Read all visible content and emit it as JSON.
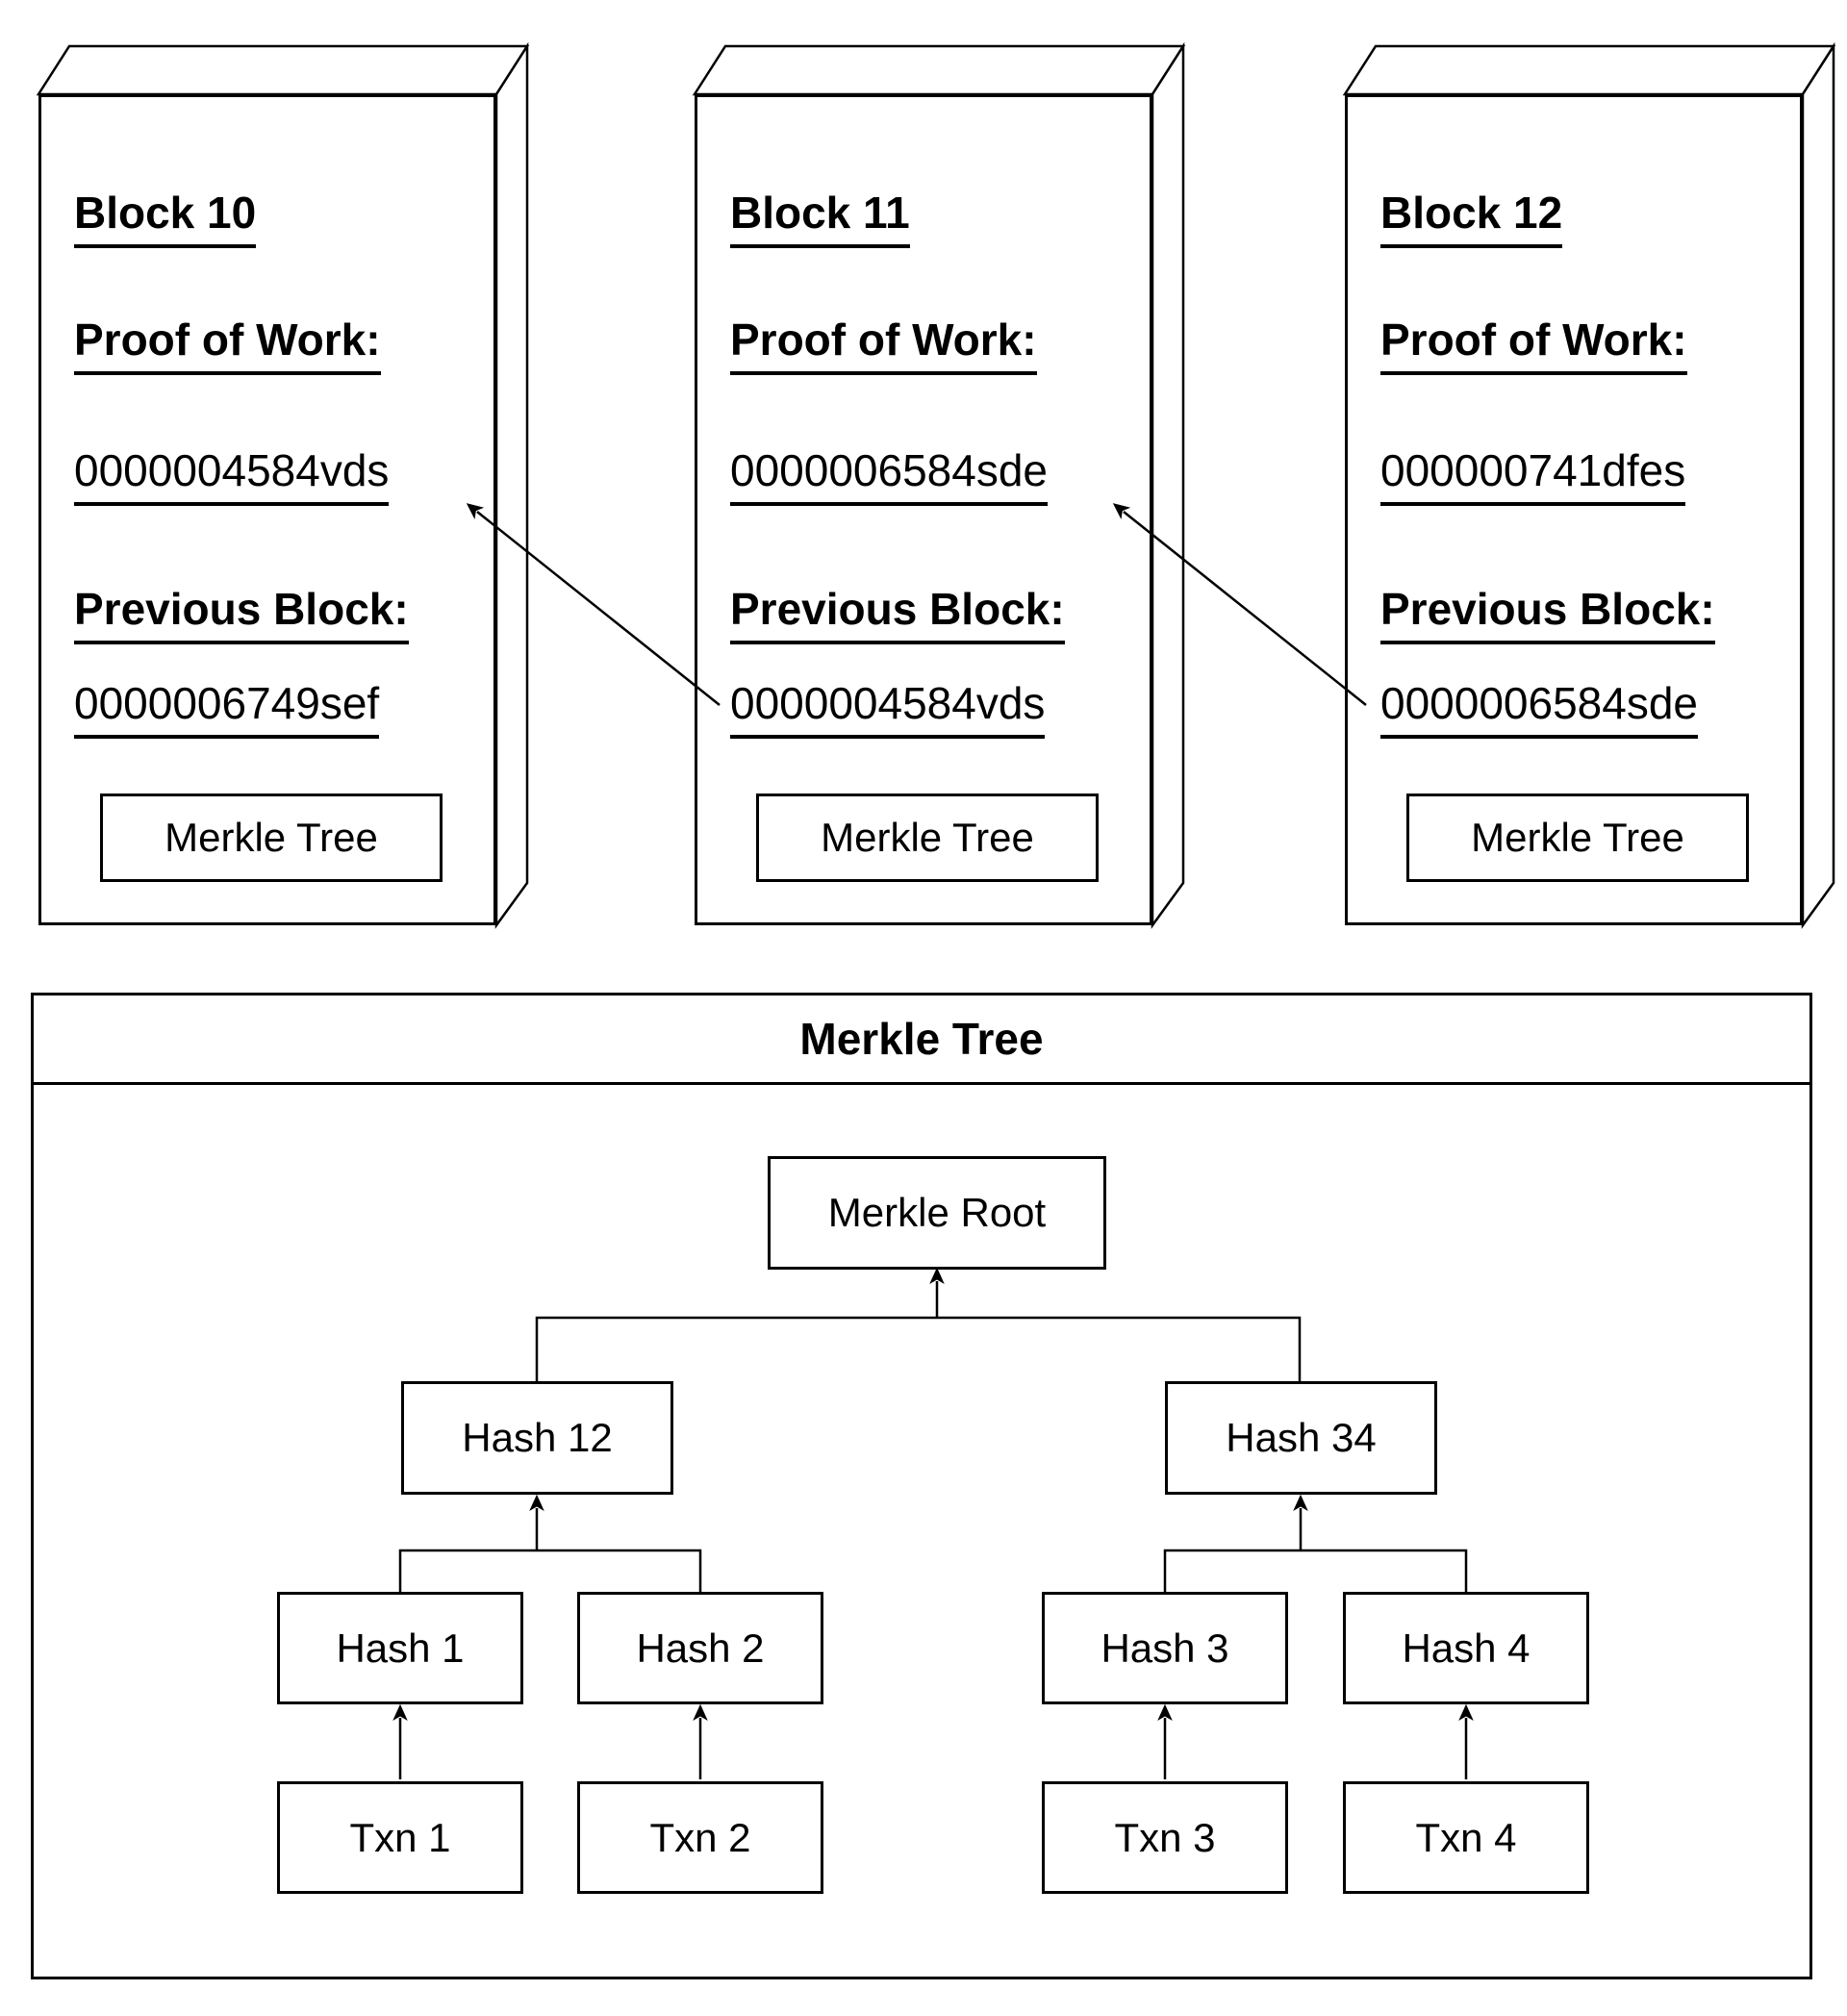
{
  "blocks": [
    {
      "title": "Block 10",
      "pow_label": "Proof of Work:",
      "pow_hash": "0000004584vds",
      "prev_label": "Previous Block:",
      "prev_hash": "0000006749sef",
      "merkle_label": "Merkle Tree"
    },
    {
      "title": "Block 11",
      "pow_label": "Proof of Work:",
      "pow_hash": "0000006584sde",
      "prev_label": "Previous Block:",
      "prev_hash": "0000004584vds",
      "merkle_label": "Merkle Tree"
    },
    {
      "title": "Block 12",
      "pow_label": "Proof of Work:",
      "pow_hash": "000000741dfes",
      "prev_label": "Previous Block:",
      "prev_hash": "0000006584sde",
      "merkle_label": "Merkle Tree"
    }
  ],
  "merkle_tree": {
    "title": "Merkle Tree",
    "nodes": {
      "root": "Merkle Root",
      "hash12": "Hash 12",
      "hash34": "Hash 34",
      "hash1": "Hash 1",
      "hash2": "Hash 2",
      "hash3": "Hash 3",
      "hash4": "Hash 4",
      "txn1": "Txn 1",
      "txn2": "Txn 2",
      "txn3": "Txn 3",
      "txn4": "Txn 4"
    }
  },
  "colors": {
    "ink": "#000000",
    "paper": "#ffffff"
  }
}
